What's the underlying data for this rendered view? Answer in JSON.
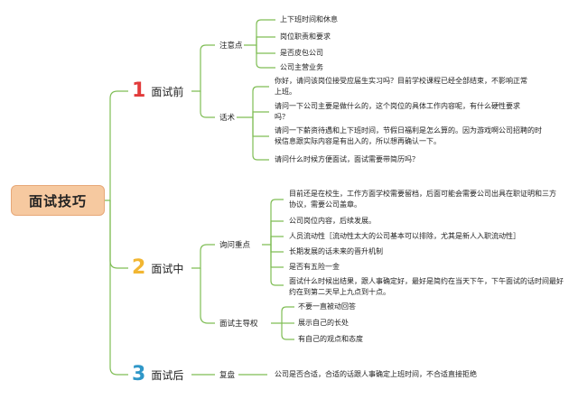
{
  "root": "面试技巧",
  "colors": {
    "branch": "#7fbd55",
    "root_fill": "#f6c9a0",
    "n1": "#e23b3b",
    "n2": "#f2b632",
    "n3": "#2f97c8"
  },
  "stages": [
    {
      "number": "1",
      "label": "面试前"
    },
    {
      "number": "2",
      "label": "面试中"
    },
    {
      "number": "3",
      "label": "面试后"
    }
  ],
  "before": {
    "notes": {
      "label": "注意点",
      "items": [
        "上下班时间和休息",
        "岗位职责和要求",
        "是否皮包公司",
        "公司主营业务"
      ]
    },
    "script": {
      "label": "话术",
      "items": [
        "你好，请问该岗位接受应届生实习吗？目前学校课程已经全部结束，不影响正常上班。",
        "请问一下公司主要是做什么的，这个岗位的具体工作内容呢，有什么硬性要求吗？",
        "请问一下薪资待遇和上下班时间，节假日福利是怎么算的。因为游戏啊公司招聘的时候信息跟实际内容是有出入的，所以想再确认一下。",
        "请问什么时候方便面试，面试需要带简历吗？"
      ]
    }
  },
  "during": {
    "ask": {
      "label": "询问重点",
      "items": [
        "目前还是在校生，工作方面学校需要留档，后面可能会需要公司出具在职证明和三方协议，需要公司盖章。",
        "公司岗位内容，后续发展。",
        "人员流动性［流动性太大的公司基本可以排除，尤其是新人入职流动性］",
        "长期发展的话未来的晋升机制",
        "是否有五险一金",
        "面试什么时候出结果，跟人事确定好，最好是简约在当天下午，下午面试的话时间最好约在到第二天早上九点到十点。"
      ]
    },
    "lead": {
      "label": "面试主导权",
      "items": [
        "不要一直被动回答",
        "展示自己的长处",
        "有自己的观点和态度"
      ]
    }
  },
  "after": {
    "review": {
      "label": "复盘",
      "items": [
        "公司是否合适，合适的话跟人事确定上班时间，不合适直接拒绝"
      ]
    }
  }
}
